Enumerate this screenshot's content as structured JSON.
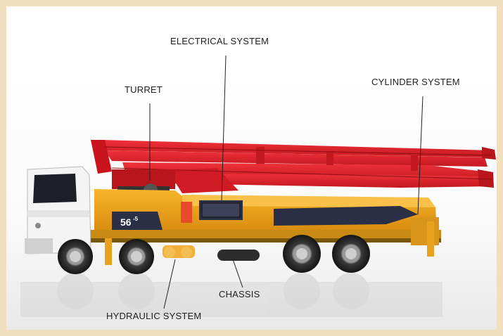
{
  "labels": {
    "electrical_system": "ELECTRICAL SYSTEM",
    "turret": "TURRET",
    "cylinder_system": "CYLINDER SYSTEM",
    "chassis": "CHASSIS",
    "hydraulic_system": "HYDRAULIC SYSTEM"
  },
  "truck": {
    "model_badge": "56",
    "model_badge_sup": "-5"
  },
  "colors": {
    "boom_red": "#e3262f",
    "body_yellow": "#f2a51c",
    "panel_navy": "#2a2f45",
    "cab_white": "#f4f4f4",
    "frame_border": "#f1dfc0"
  }
}
